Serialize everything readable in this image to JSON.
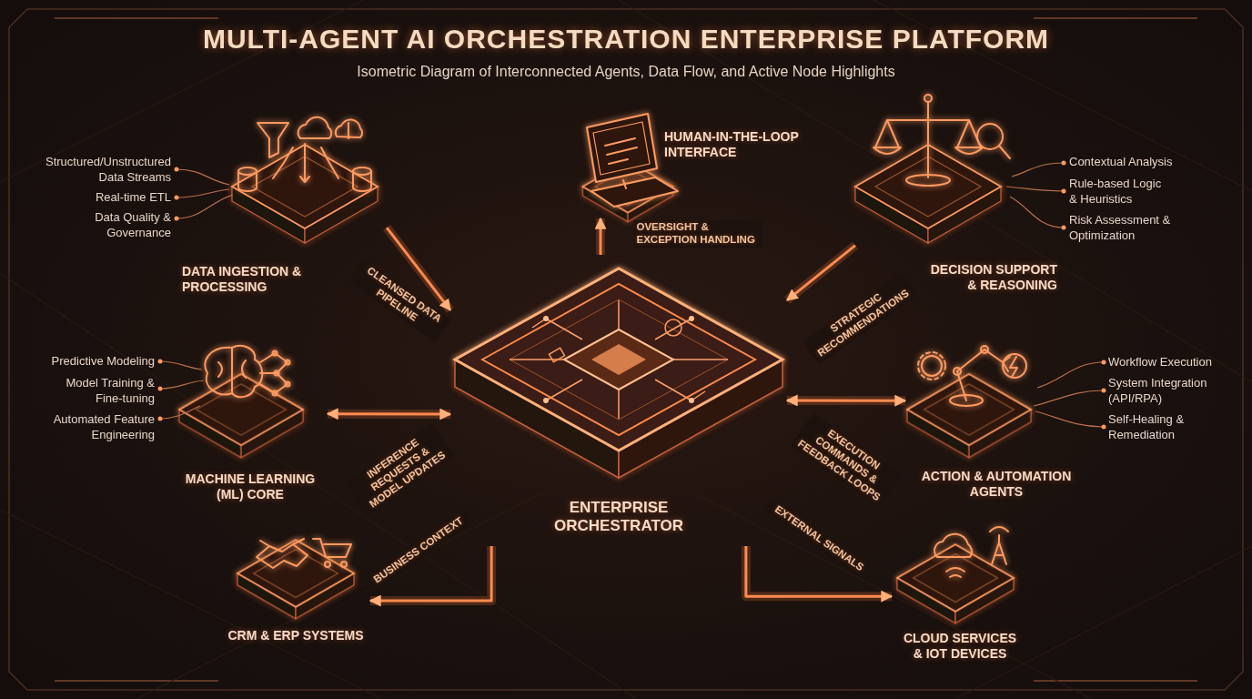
{
  "diagram": {
    "title": "MULTI-AGENT AI ORCHESTRATION ENTERPRISE PLATFORM",
    "nodes": [
      {
        "text": [
          "DATA INGESTION & PROCESSING"
        ]
      },
      {
        "text": [
          "HUMAN-IN-THE-LOOP INTERFACE"
        ]
      },
      {
        "text": [
          "DECISION SUPPORT & REASONING"
        ]
      },
      {
        "text": [
          "MACHINE LEARNING (ML) CORE"
        ]
      },
      {
        "text": [
          "ENTERPRISE ORCHESTRATOR"
        ]
      },
      {
        "text": [
          "ACTION & AUTOMATION AGENTS"
        ]
      },
      {
        "text": [
          "CRM & ERP SYSTEMS"
        ]
      },
      {
        "text": [
          "CLOUD SERVICES & IOT DEVICES"
        ]
      }
    ],
    "edges": [
      {
        "from": 0,
        "to": 4,
        "label": "CLEANSED DATA PIPELINE",
        "arrow": "to"
      },
      {
        "from": 4,
        "to": 1,
        "label": "OVERSIGHT & EXCEPTION HANDLING",
        "arrow": "to"
      },
      {
        "from": 2,
        "to": 4,
        "label": "STRATEGIC RECOMMENDATIONS",
        "arrow": "to"
      },
      {
        "from": 3,
        "to": 4,
        "label": "INFERENCE REQUESTS & MODEL UPDATES",
        "arrow": "both"
      },
      {
        "from": 4,
        "to": 5,
        "label": "EXECUTION COMMANDS & FEEDBACK LOOPS",
        "arrow": "both"
      },
      {
        "from": 4,
        "to": 6,
        "label": "BUSINESS CONTEXT",
        "arrow": "to"
      },
      {
        "from": 4,
        "to": 7,
        "label": "EXTERNAL SIGNALS",
        "arrow": "to"
      }
    ],
    "labels": [
      "Isometric Diagram of Interconnected Agents, Data Flow, and Active Node Highlights",
      "Structured/Unstructured Data Streams",
      "Real-time ETL",
      "Data Quality & Governance",
      "Predictive Modeling",
      "Model Training & Fine-tuning",
      "Automated Feature Engineering",
      "Contextual Analysis",
      "Rule-based Logic & Heuristics",
      "Risk Assessment & Optimization",
      "Workflow Execution",
      "System Integration (API/RPA)",
      "Self-Healing & Remediation"
    ]
  }
}
